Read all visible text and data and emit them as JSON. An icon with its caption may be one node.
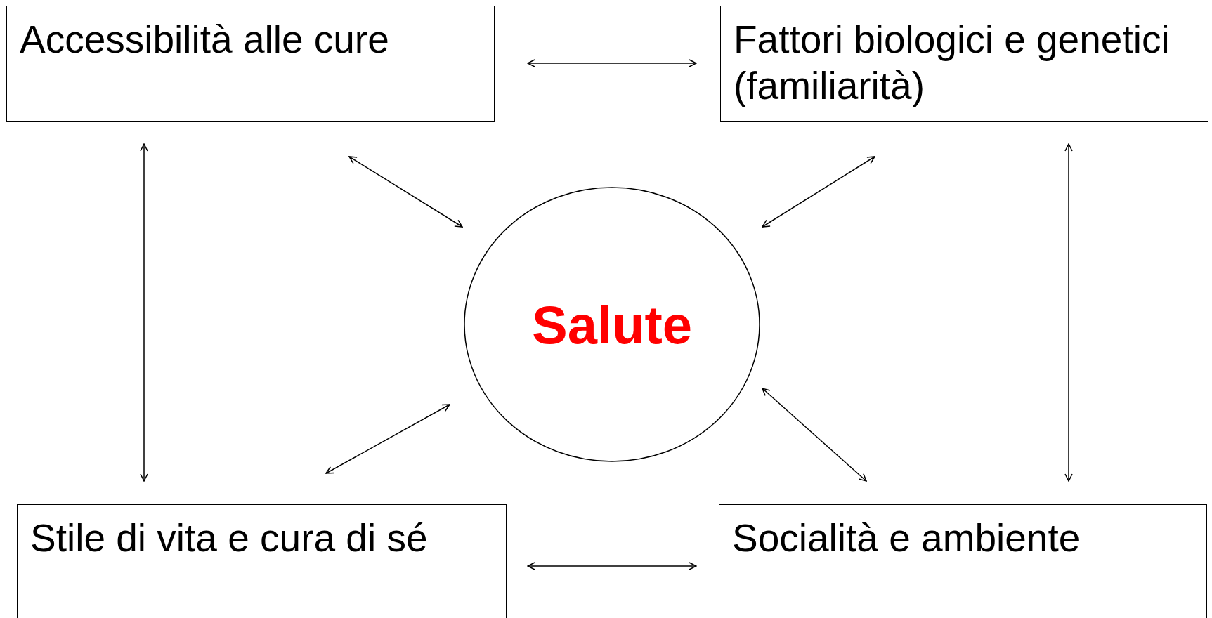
{
  "diagram": {
    "nodes": [
      {
        "text": [
          "Accessibilità alle cure"
        ]
      },
      {
        "text": [
          "Fattori biologici e genetici (familiarità)"
        ]
      },
      {
        "text": [
          "Salute"
        ]
      },
      {
        "text": [
          "Stile di vita e cura di sé"
        ]
      },
      {
        "text": [
          "Socialità e ambiente"
        ]
      }
    ],
    "edges": [
      {
        "from": 0,
        "to": 1,
        "arrow": "both"
      },
      {
        "from": 0,
        "to": 3,
        "arrow": "both"
      },
      {
        "from": 0,
        "to": 2,
        "arrow": "both"
      },
      {
        "from": 1,
        "to": 2,
        "arrow": "both"
      },
      {
        "from": 1,
        "to": 4,
        "arrow": "both"
      },
      {
        "from": 3,
        "to": 2,
        "arrow": "both"
      },
      {
        "from": 4,
        "to": 2,
        "arrow": "both"
      },
      {
        "from": 3,
        "to": 4,
        "arrow": "both"
      }
    ]
  }
}
